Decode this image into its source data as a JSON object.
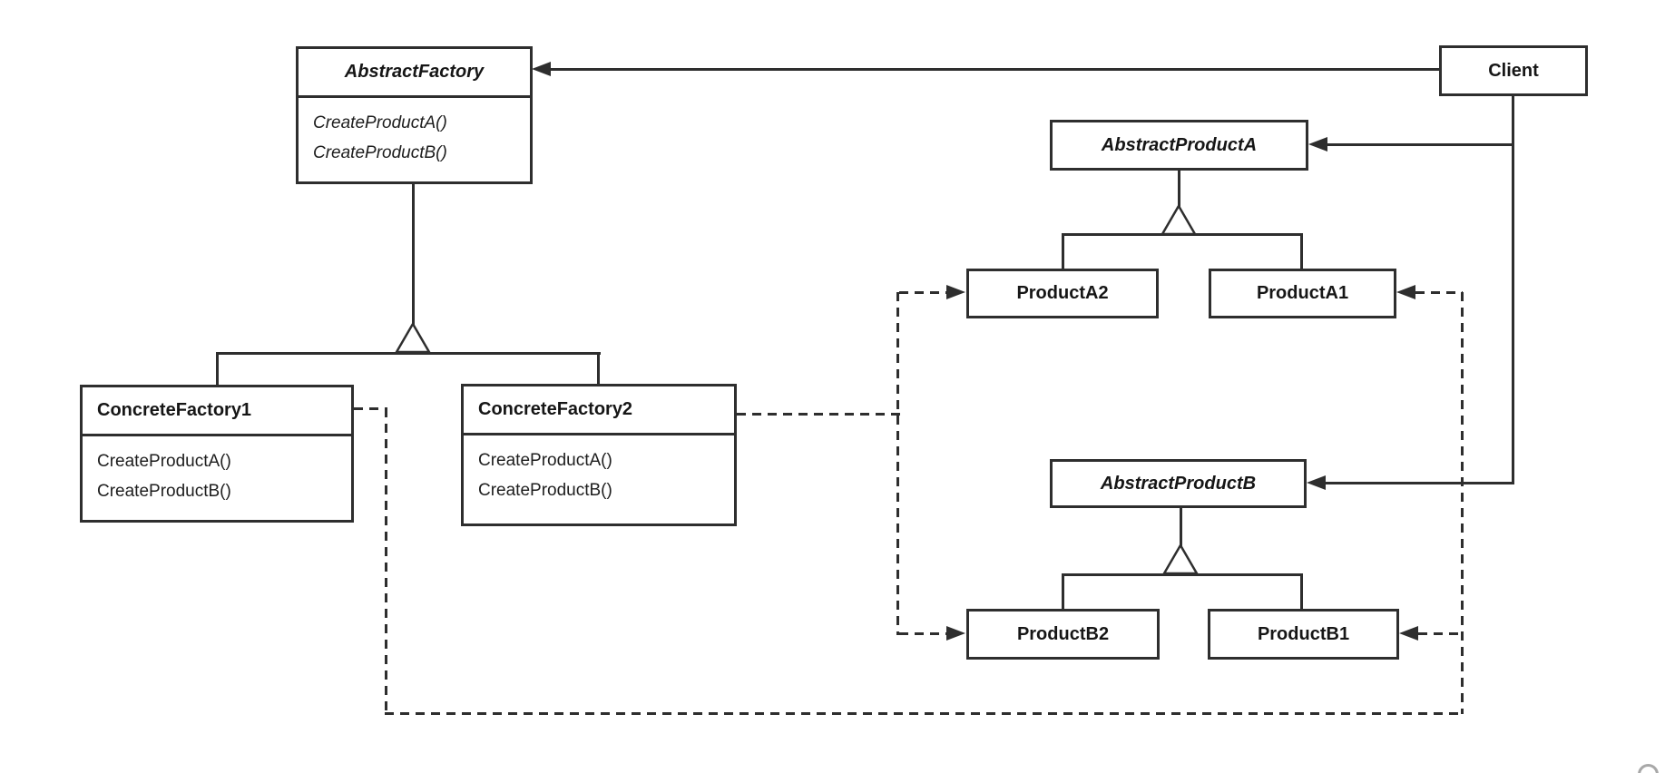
{
  "classes": {
    "abstract_factory": {
      "name": "AbstractFactory",
      "abstract": true,
      "methods": [
        "CreateProductA()",
        "CreateProductB()"
      ]
    },
    "client": {
      "name": "Client",
      "abstract": false,
      "methods": []
    },
    "abstract_product_a": {
      "name": "AbstractProductA",
      "abstract": true,
      "methods": []
    },
    "product_a2": {
      "name": "ProductA2",
      "abstract": false,
      "methods": []
    },
    "product_a1": {
      "name": "ProductA1",
      "abstract": false,
      "methods": []
    },
    "concrete_factory_1": {
      "name": "ConcreteFactory1",
      "abstract": false,
      "methods": [
        "CreateProductA()",
        "CreateProductB()"
      ]
    },
    "concrete_factory_2": {
      "name": "ConcreteFactory2",
      "abstract": false,
      "methods": [
        "CreateProductA()",
        "CreateProductB()"
      ]
    },
    "abstract_product_b": {
      "name": "AbstractProductB",
      "abstract": true,
      "methods": []
    },
    "product_b2": {
      "name": "ProductB2",
      "abstract": false,
      "methods": []
    },
    "product_b1": {
      "name": "ProductB1",
      "abstract": false,
      "methods": []
    }
  },
  "relationships": [
    {
      "from": "Client",
      "to": "AbstractFactory",
      "type": "association-solid-arrow"
    },
    {
      "from": "Client",
      "to": "AbstractProductA",
      "type": "association-solid-arrow"
    },
    {
      "from": "Client",
      "to": "AbstractProductB",
      "type": "association-solid-arrow"
    },
    {
      "from": "ConcreteFactory1",
      "to": "AbstractFactory",
      "type": "inheritance-hollow-triangle"
    },
    {
      "from": "ConcreteFactory2",
      "to": "AbstractFactory",
      "type": "inheritance-hollow-triangle"
    },
    {
      "from": "ProductA2",
      "to": "AbstractProductA",
      "type": "inheritance-hollow-triangle"
    },
    {
      "from": "ProductA1",
      "to": "AbstractProductA",
      "type": "inheritance-hollow-triangle"
    },
    {
      "from": "ProductB2",
      "to": "AbstractProductB",
      "type": "inheritance-hollow-triangle"
    },
    {
      "from": "ProductB1",
      "to": "AbstractProductB",
      "type": "inheritance-hollow-triangle"
    },
    {
      "from": "ConcreteFactory2",
      "to": "ProductA2",
      "type": "creates-dashed-arrow"
    },
    {
      "from": "ConcreteFactory2",
      "to": "ProductB2",
      "type": "creates-dashed-arrow"
    },
    {
      "from": "ConcreteFactory1",
      "to": "ProductA1",
      "type": "creates-dashed-arrow"
    },
    {
      "from": "ConcreteFactory1",
      "to": "ProductB1",
      "type": "creates-dashed-arrow"
    }
  ],
  "colors": {
    "line": "#2e2e2e",
    "text": "#1e1e1e",
    "background": "#ffffff",
    "box_fill": "#ffffff",
    "corner_mark": "#a8a8a8"
  }
}
